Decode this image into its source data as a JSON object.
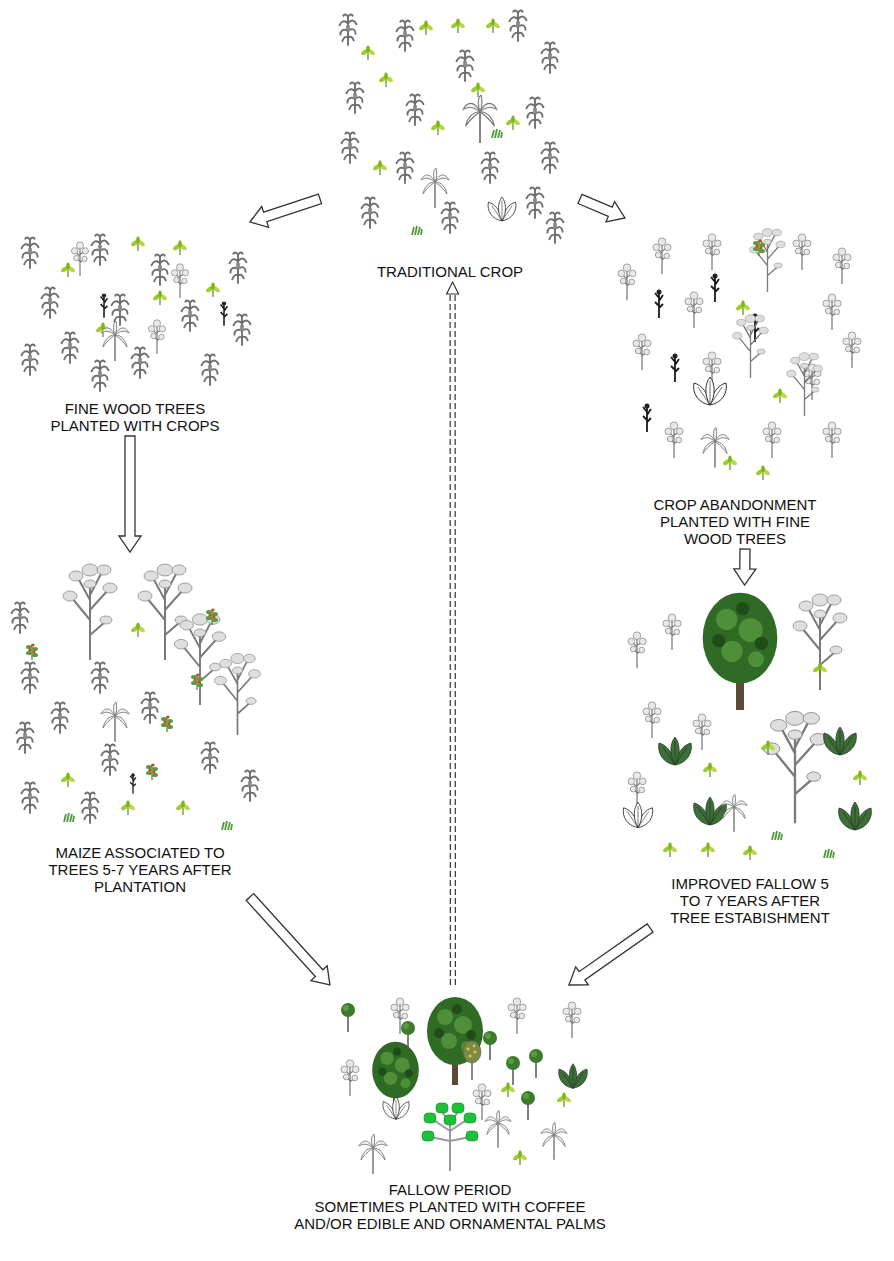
{
  "diagram": {
    "nodes": [
      {
        "text": [
          "TRADITIONAL CROP"
        ]
      },
      {
        "text": [
          "FINE WOOD TREES PLANTED WITH CROPS"
        ]
      },
      {
        "text": [
          "CROP ABANDONMENT PLANTED WITH FINE WOOD TREES"
        ]
      },
      {
        "text": [
          "MAIZE ASSOCIATED TO TREES 5-7 YEARS AFTER PLANTATION"
        ]
      },
      {
        "text": [
          "IMPROVED FALLOW 5 TO 7 YEARS AFTER TREE ESTABISHMENT"
        ]
      },
      {
        "text": [
          "FALLOW PERIOD",
          "SOMETIMES PLANTED WITH COFFEE AND/OR EDIBLE AND ORNAMENTAL PALMS"
        ]
      }
    ],
    "edges": [
      {
        "from": 0,
        "to": 1,
        "arrow": "to"
      },
      {
        "from": 0,
        "to": 2,
        "arrow": "to"
      },
      {
        "from": 1,
        "to": 3,
        "arrow": "to"
      },
      {
        "from": 2,
        "to": 4,
        "arrow": "to"
      },
      {
        "from": 3,
        "to": 5,
        "arrow": "to"
      },
      {
        "from": 4,
        "to": 5,
        "arrow": "to"
      },
      {
        "from": 5,
        "to": 0,
        "arrow": "to"
      }
    ]
  }
}
